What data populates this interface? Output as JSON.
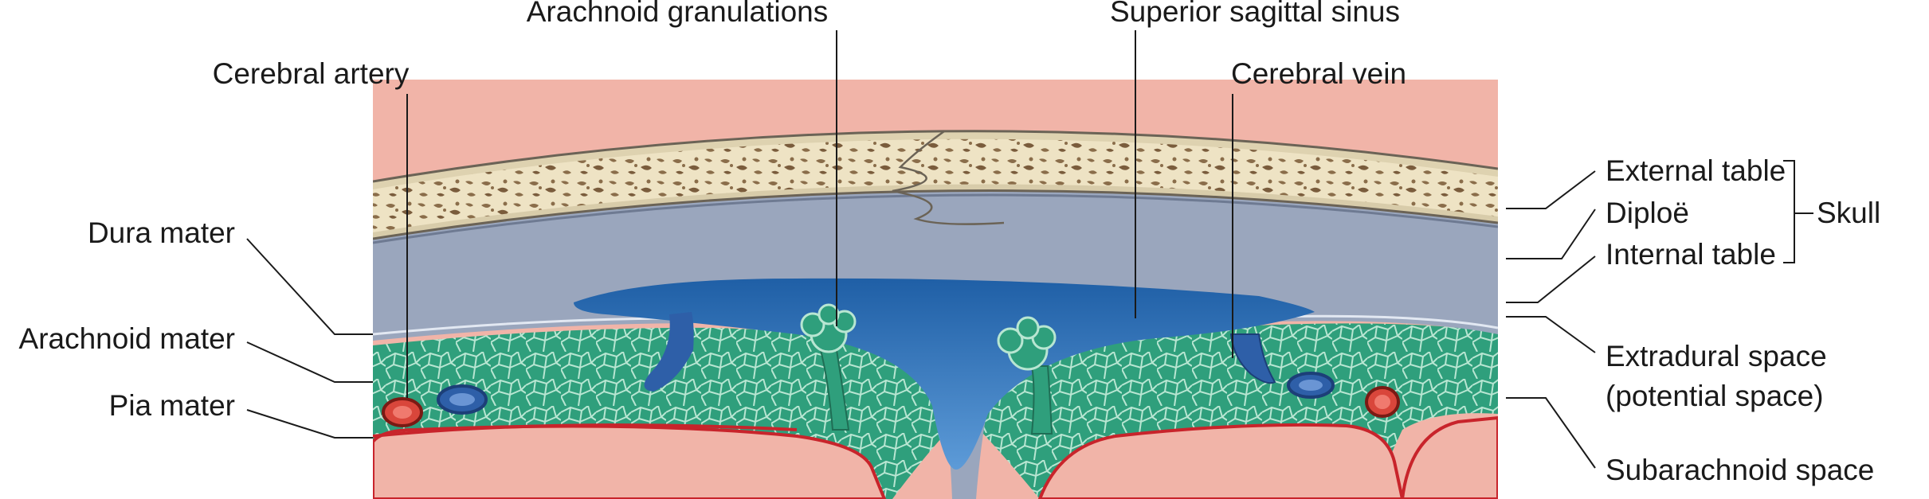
{
  "labels": {
    "arachnoid_granulations": "Arachnoid granulations",
    "superior_sagittal_sinus": "Superior sagittal sinus",
    "cerebral_artery": "Cerebral artery",
    "cerebral_vein": "Cerebral vein",
    "dura_mater": "Dura mater",
    "arachnoid_mater": "Arachnoid mater",
    "pia_mater": "Pia mater",
    "external_table": "External table",
    "diploe": "Diploë",
    "internal_table": "Internal table",
    "skull": "Skull",
    "extradural_space_line1": "Extradural space",
    "extradural_space_line2": "(potential space)",
    "subarachnoid_space": "Subarachnoid space"
  },
  "colors": {
    "bone": "#eee3c4",
    "bone_pore": "#8a6d4a",
    "dura": "#9aa6bd",
    "sinus": "#2a6fb5",
    "sinus_light": "#7fb2e0",
    "subarachnoid": "#2f9f7c",
    "brain": "#f1b4a8",
    "pia": "#c8242b",
    "artery": "#d9463b",
    "vein": "#2e5fa8"
  }
}
